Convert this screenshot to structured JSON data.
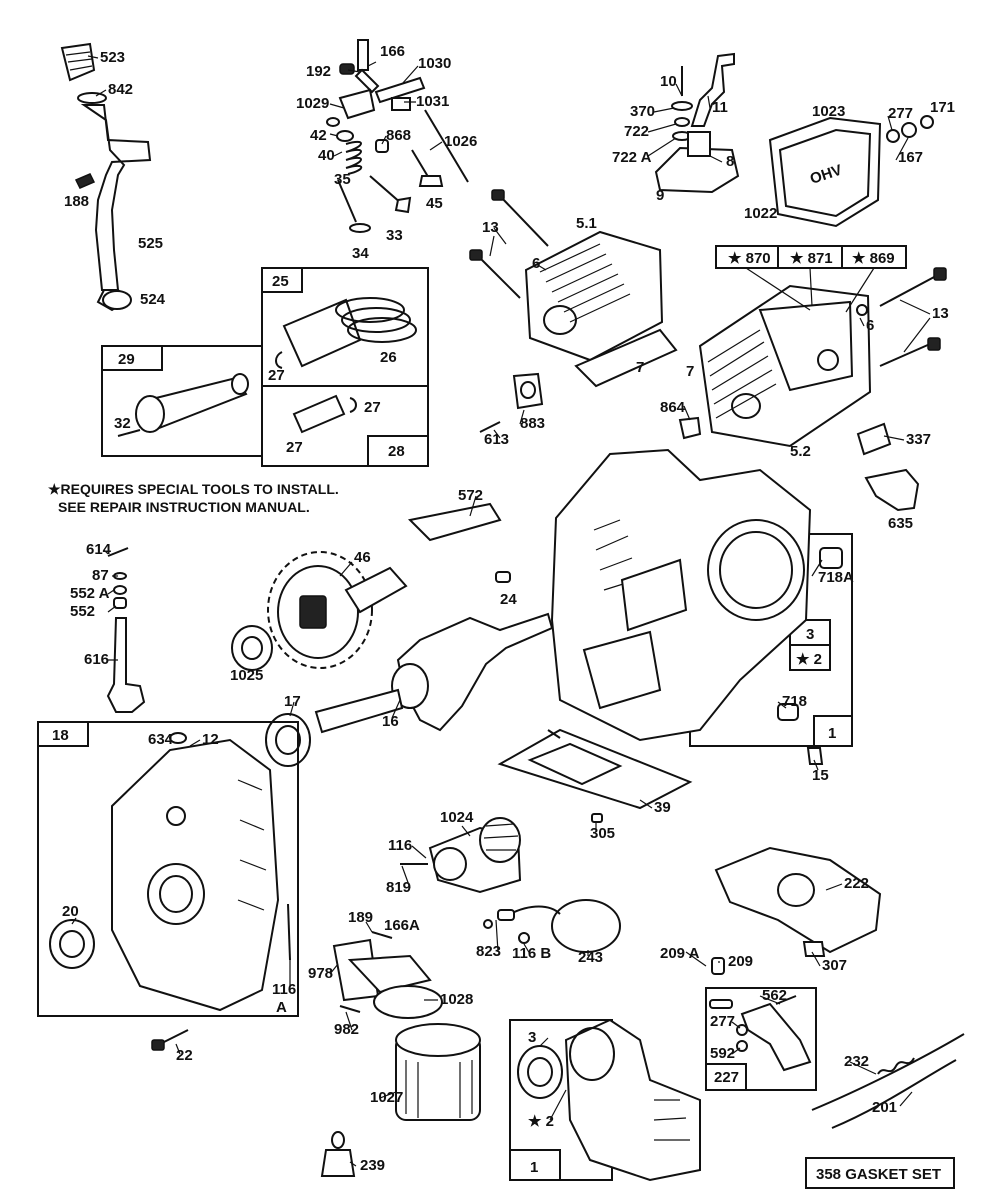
{
  "note": {
    "line1": "★REQUIRES SPECIAL TOOLS TO INSTALL.",
    "line2": "SEE REPAIR INSTRUCTION MANUAL."
  },
  "gasket_set": "358  GASKET SET",
  "rocker_cover_text": "OHV",
  "group_boxes": {
    "g25": "25",
    "g29": "29",
    "g28": "28",
    "g18": "18",
    "g1a": "1",
    "g1b": "1",
    "g227": "227",
    "s3": "3",
    "s2": "★ 2",
    "s870": "★ 870",
    "s871": "★ 871",
    "s869": "★ 869"
  },
  "labels": {
    "p523": "523",
    "p842": "842",
    "p188": "188",
    "p525": "525",
    "p524": "524",
    "p166": "166",
    "p192": "192",
    "p1030": "1030",
    "p1029": "1029",
    "p1031": "1031",
    "p42": "42",
    "p40": "40",
    "p868": "868",
    "p1026": "1026",
    "p35": "35",
    "p45": "45",
    "p33": "33",
    "p34": "34",
    "p10": "10",
    "p370": "370",
    "p11": "11",
    "p722": "722",
    "p722a": "722 A",
    "p8": "8",
    "p9": "9",
    "p1023": "1023",
    "p277": "277",
    "p171": "171",
    "p167": "167",
    "p1022": "1022",
    "p13a": "13",
    "p51": "5.1",
    "p6a": "6",
    "p13b": "13",
    "p6b": "6",
    "p7a": "7",
    "p7b": "7",
    "p26": "26",
    "p27a": "27",
    "p27b": "27",
    "p27c": "27",
    "p32": "32",
    "p883": "883",
    "p613": "613",
    "p864": "864",
    "p52": "5.2",
    "p337": "337",
    "p635": "635",
    "p572": "572",
    "p614": "614",
    "p87": "87",
    "p552a": "552 A",
    "p552": "552",
    "p46": "46",
    "p24": "24",
    "p718a": "718A",
    "p616": "616",
    "p1025": "1025",
    "p17": "17",
    "p16": "16",
    "p718": "718",
    "p634": "634",
    "p12": "12",
    "p15": "15",
    "p39": "39",
    "p305": "305",
    "p1024": "1024",
    "p116": "116",
    "p819": "819",
    "p222": "222",
    "p20": "20",
    "p189": "189",
    "p166a": "166A",
    "p823": "823",
    "p116b": "116 B",
    "p243": "243",
    "p209a": "209 A",
    "p209": "209",
    "p307": "307",
    "p978": "978",
    "p1028": "1028",
    "p116a1": "116",
    "p116a2": "A",
    "p982": "982",
    "p562": "562",
    "p277b": "277",
    "p592": "592",
    "p22": "22",
    "p3b": "3",
    "p232": "232",
    "p201": "201",
    "p1027": "1027",
    "p2b": "★ 2",
    "p239": "239"
  }
}
